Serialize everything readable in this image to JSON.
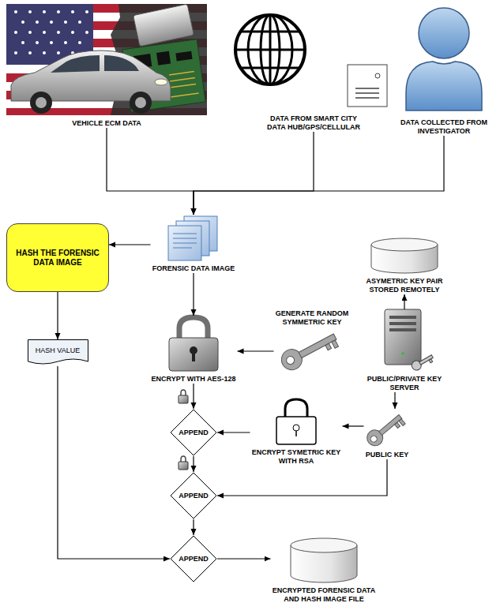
{
  "diagram": {
    "nodes": [
      {
        "text": [
          "VEHICLE ECM DATA"
        ]
      },
      {
        "text": [
          "DATA FROM SMART CITY DATA HUB/GPS/CELLULAR"
        ]
      },
      {
        "text": [
          "DATA COLLECTED FROM INVESTIGATOR"
        ]
      },
      {
        "text": [
          "HASH THE FORENSIC DATA IMAGE"
        ]
      },
      {
        "text": [
          "FORENSIC DATA IMAGE"
        ]
      },
      {
        "text": [
          "ASYMETRIC KEY PAIR STORED REMOTELY"
        ]
      },
      {
        "text": [
          "GENERATE RANDOM SYMMETRIC KEY"
        ]
      },
      {
        "text": [
          "HASH VALUE"
        ]
      },
      {
        "text": [
          "ENCRYPT WITH AES-128"
        ]
      },
      {
        "text": [
          "PUBLIC/PRIVATE KEY SERVER"
        ]
      },
      {
        "text": [
          "APPEND"
        ]
      },
      {
        "text": [
          "ENCRYPT SYMETRIC KEY WITH RSA"
        ]
      },
      {
        "text": [
          "PUBLIC KEY"
        ]
      },
      {
        "text": [
          "APPEND"
        ]
      },
      {
        "text": [
          "APPEND"
        ]
      },
      {
        "text": [
          "ENCRYPTED FORENSIC DATA AND HASH IMAGE FILE"
        ]
      }
    ],
    "edges": [
      {
        "from": 0,
        "to": 4,
        "arrow": "to"
      },
      {
        "from": 1,
        "to": 4,
        "arrow": "to"
      },
      {
        "from": 2,
        "to": 4,
        "arrow": "to"
      },
      {
        "from": 4,
        "to": 3,
        "arrow": "to"
      },
      {
        "from": 3,
        "to": 7,
        "arrow": "to"
      },
      {
        "from": 4,
        "to": 8,
        "arrow": "to"
      },
      {
        "from": 6,
        "to": 8,
        "arrow": "to"
      },
      {
        "from": 9,
        "to": 5,
        "arrow": "to"
      },
      {
        "from": 9,
        "to": 12,
        "arrow": "to"
      },
      {
        "from": 8,
        "to": 10,
        "arrow": "to"
      },
      {
        "from": 12,
        "to": 11,
        "arrow": "to"
      },
      {
        "from": 11,
        "to": 10,
        "arrow": "to"
      },
      {
        "from": 10,
        "to": 13,
        "arrow": "to"
      },
      {
        "from": 12,
        "to": 13,
        "arrow": "to"
      },
      {
        "from": 13,
        "to": 14,
        "arrow": "to"
      },
      {
        "from": 7,
        "to": 14,
        "arrow": "to"
      },
      {
        "from": 14,
        "to": 15,
        "arrow": "to"
      }
    ]
  }
}
